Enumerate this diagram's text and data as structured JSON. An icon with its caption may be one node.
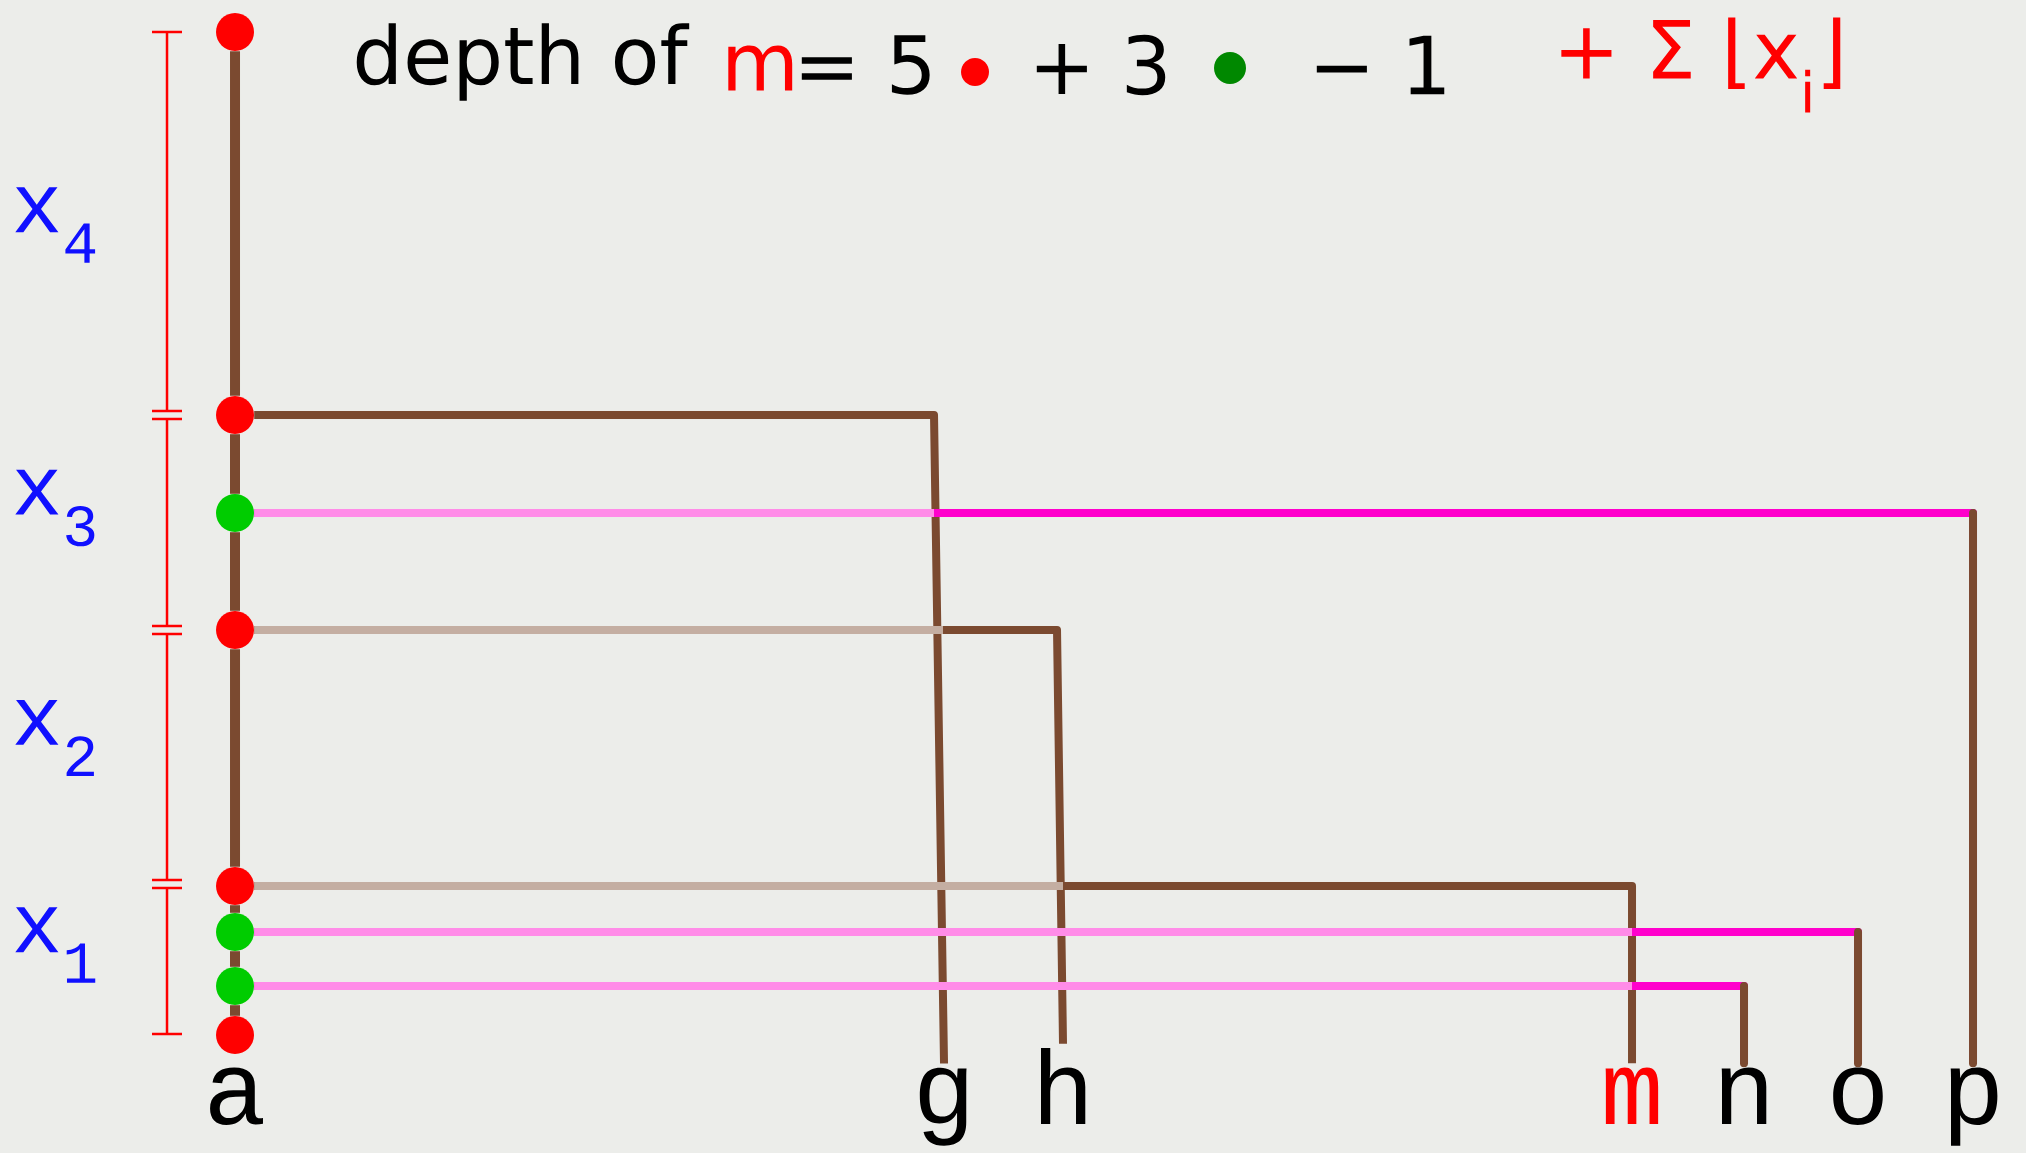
{
  "diagram": {
    "nodes": [
      {
        "text": [],
        "shape": "circle"
      },
      {
        "text": [],
        "shape": "circle"
      },
      {
        "text": [],
        "shape": "circle"
      },
      {
        "text": [],
        "shape": "circle"
      },
      {
        "text": [],
        "shape": "circle"
      },
      {
        "text": [],
        "shape": "circle"
      },
      {
        "text": [],
        "shape": "circle"
      },
      {
        "text": [],
        "shape": "circle"
      },
      {
        "text": [
          "a"
        ]
      },
      {
        "text": [
          "g"
        ]
      },
      {
        "text": [
          "h"
        ]
      },
      {
        "text": [
          "m"
        ]
      },
      {
        "text": [
          "n"
        ]
      },
      {
        "text": [
          "o"
        ]
      },
      {
        "text": [
          "p"
        ]
      }
    ],
    "edges": [
      {
        "from": 0,
        "to": 1,
        "arrow": "none"
      },
      {
        "from": 1,
        "to": 2,
        "arrow": "none"
      },
      {
        "from": 2,
        "to": 3,
        "arrow": "none"
      },
      {
        "from": 3,
        "to": 4,
        "arrow": "none"
      },
      {
        "from": 4,
        "to": 5,
        "arrow": "none"
      },
      {
        "from": 5,
        "to": 6,
        "arrow": "none"
      },
      {
        "from": 6,
        "to": 7,
        "arrow": "none"
      },
      {
        "from": 1,
        "to": 9,
        "arrow": "none"
      },
      {
        "from": 2,
        "to": 14,
        "arrow": "none",
        "color": "#ff00cc"
      },
      {
        "from": 3,
        "to": 10,
        "arrow": "none"
      },
      {
        "from": 4,
        "to": 11,
        "arrow": "none"
      },
      {
        "from": 5,
        "to": 13,
        "arrow": "none",
        "color": "#ff00cc"
      },
      {
        "from": 6,
        "to": 12,
        "arrow": "none",
        "color": "#ff00cc"
      }
    ],
    "labels": [
      "depth of",
      "m",
      "= 5",
      "+ 3",
      "− 1",
      "+ Σ ⌊x$_{i}$⌋",
      "x$_{4}$",
      "x$_{3}$",
      "x$_{2}$",
      "x$_{1}$"
    ]
  }
}
